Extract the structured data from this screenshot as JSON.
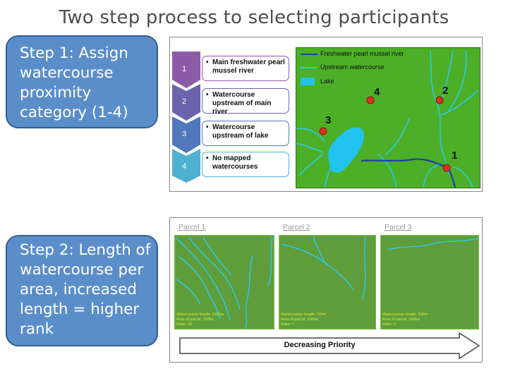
{
  "title": "Two step process to selecting participants",
  "step1": {
    "text": "Step 1: Assign watercourse proximity category (1-4)"
  },
  "step2": {
    "text": "Step 2: Length of watercourse per area, increased length = higher rank"
  },
  "categories": [
    {
      "num": "1",
      "label": "Main freshwater pearl mussel river",
      "color": "#8c5ba8"
    },
    {
      "num": "2",
      "label": "Watercourse upstream of main river",
      "color": "#6c63ad"
    },
    {
      "num": "3",
      "label": "Watercourse upstream of lake",
      "color": "#4f78bd"
    },
    {
      "num": "4",
      "label": "No mapped watercourses",
      "color": "#4fb0cf"
    }
  ],
  "map1": {
    "legend": [
      {
        "label": "Freshwater pearl mussel river",
        "color": "#1f3db0",
        "type": "line"
      },
      {
        "label": "Upstream watercourse",
        "color": "#2fc7e8",
        "type": "line"
      },
      {
        "label": "Lake",
        "color": "#22c3ee",
        "type": "box"
      }
    ],
    "points": [
      "1",
      "2",
      "3",
      "4"
    ],
    "colors": {
      "land": "#4caf27",
      "point": "#e0301e"
    }
  },
  "parcels": [
    {
      "label": "Parcel 1",
      "length": "Watercourse length: 1500m",
      "area": "Area of parcel: 100ha",
      "ratio": "Ratio: 15"
    },
    {
      "label": "Parcel 2",
      "length": "Watercourse length: 700m",
      "area": "Area of parcel: 100ha",
      "ratio": "Ratio: 7"
    },
    {
      "label": "Parcel 3",
      "length": "Watercourse length: 200m",
      "area": "Area of parcel: 100ha",
      "ratio": "Ratio: 2"
    }
  ],
  "arrow": {
    "label": "Decreasing Priority"
  }
}
